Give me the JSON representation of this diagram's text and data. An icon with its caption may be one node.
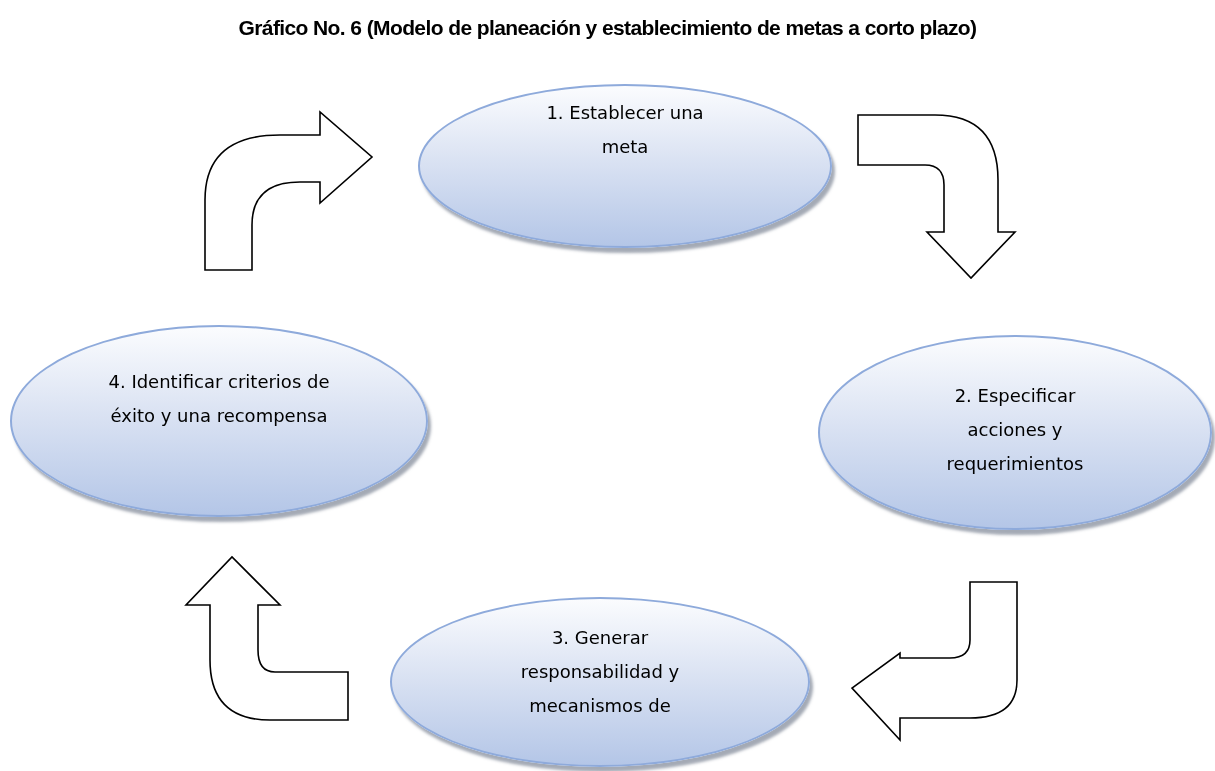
{
  "diagram": {
    "title": "Gráfico No. 6 (Modelo de planeación y establecimiento de metas a corto plazo)",
    "nodes": [
      {
        "text": [
          "1. Establecer una meta"
        ]
      },
      {
        "text": [
          "2. Especificar acciones y requerimientos"
        ]
      },
      {
        "text": [
          "3. Generar responsabilidad y mecanismos de"
        ]
      },
      {
        "text": [
          "4. Identificar criterios de éxito y una recompensa"
        ]
      }
    ],
    "edges": [
      {
        "from": 0,
        "to": 1,
        "arrow": "to"
      },
      {
        "from": 1,
        "to": 2,
        "arrow": "to"
      },
      {
        "from": 2,
        "to": 3,
        "arrow": "to"
      },
      {
        "from": 3,
        "to": 0,
        "arrow": "to"
      }
    ]
  }
}
